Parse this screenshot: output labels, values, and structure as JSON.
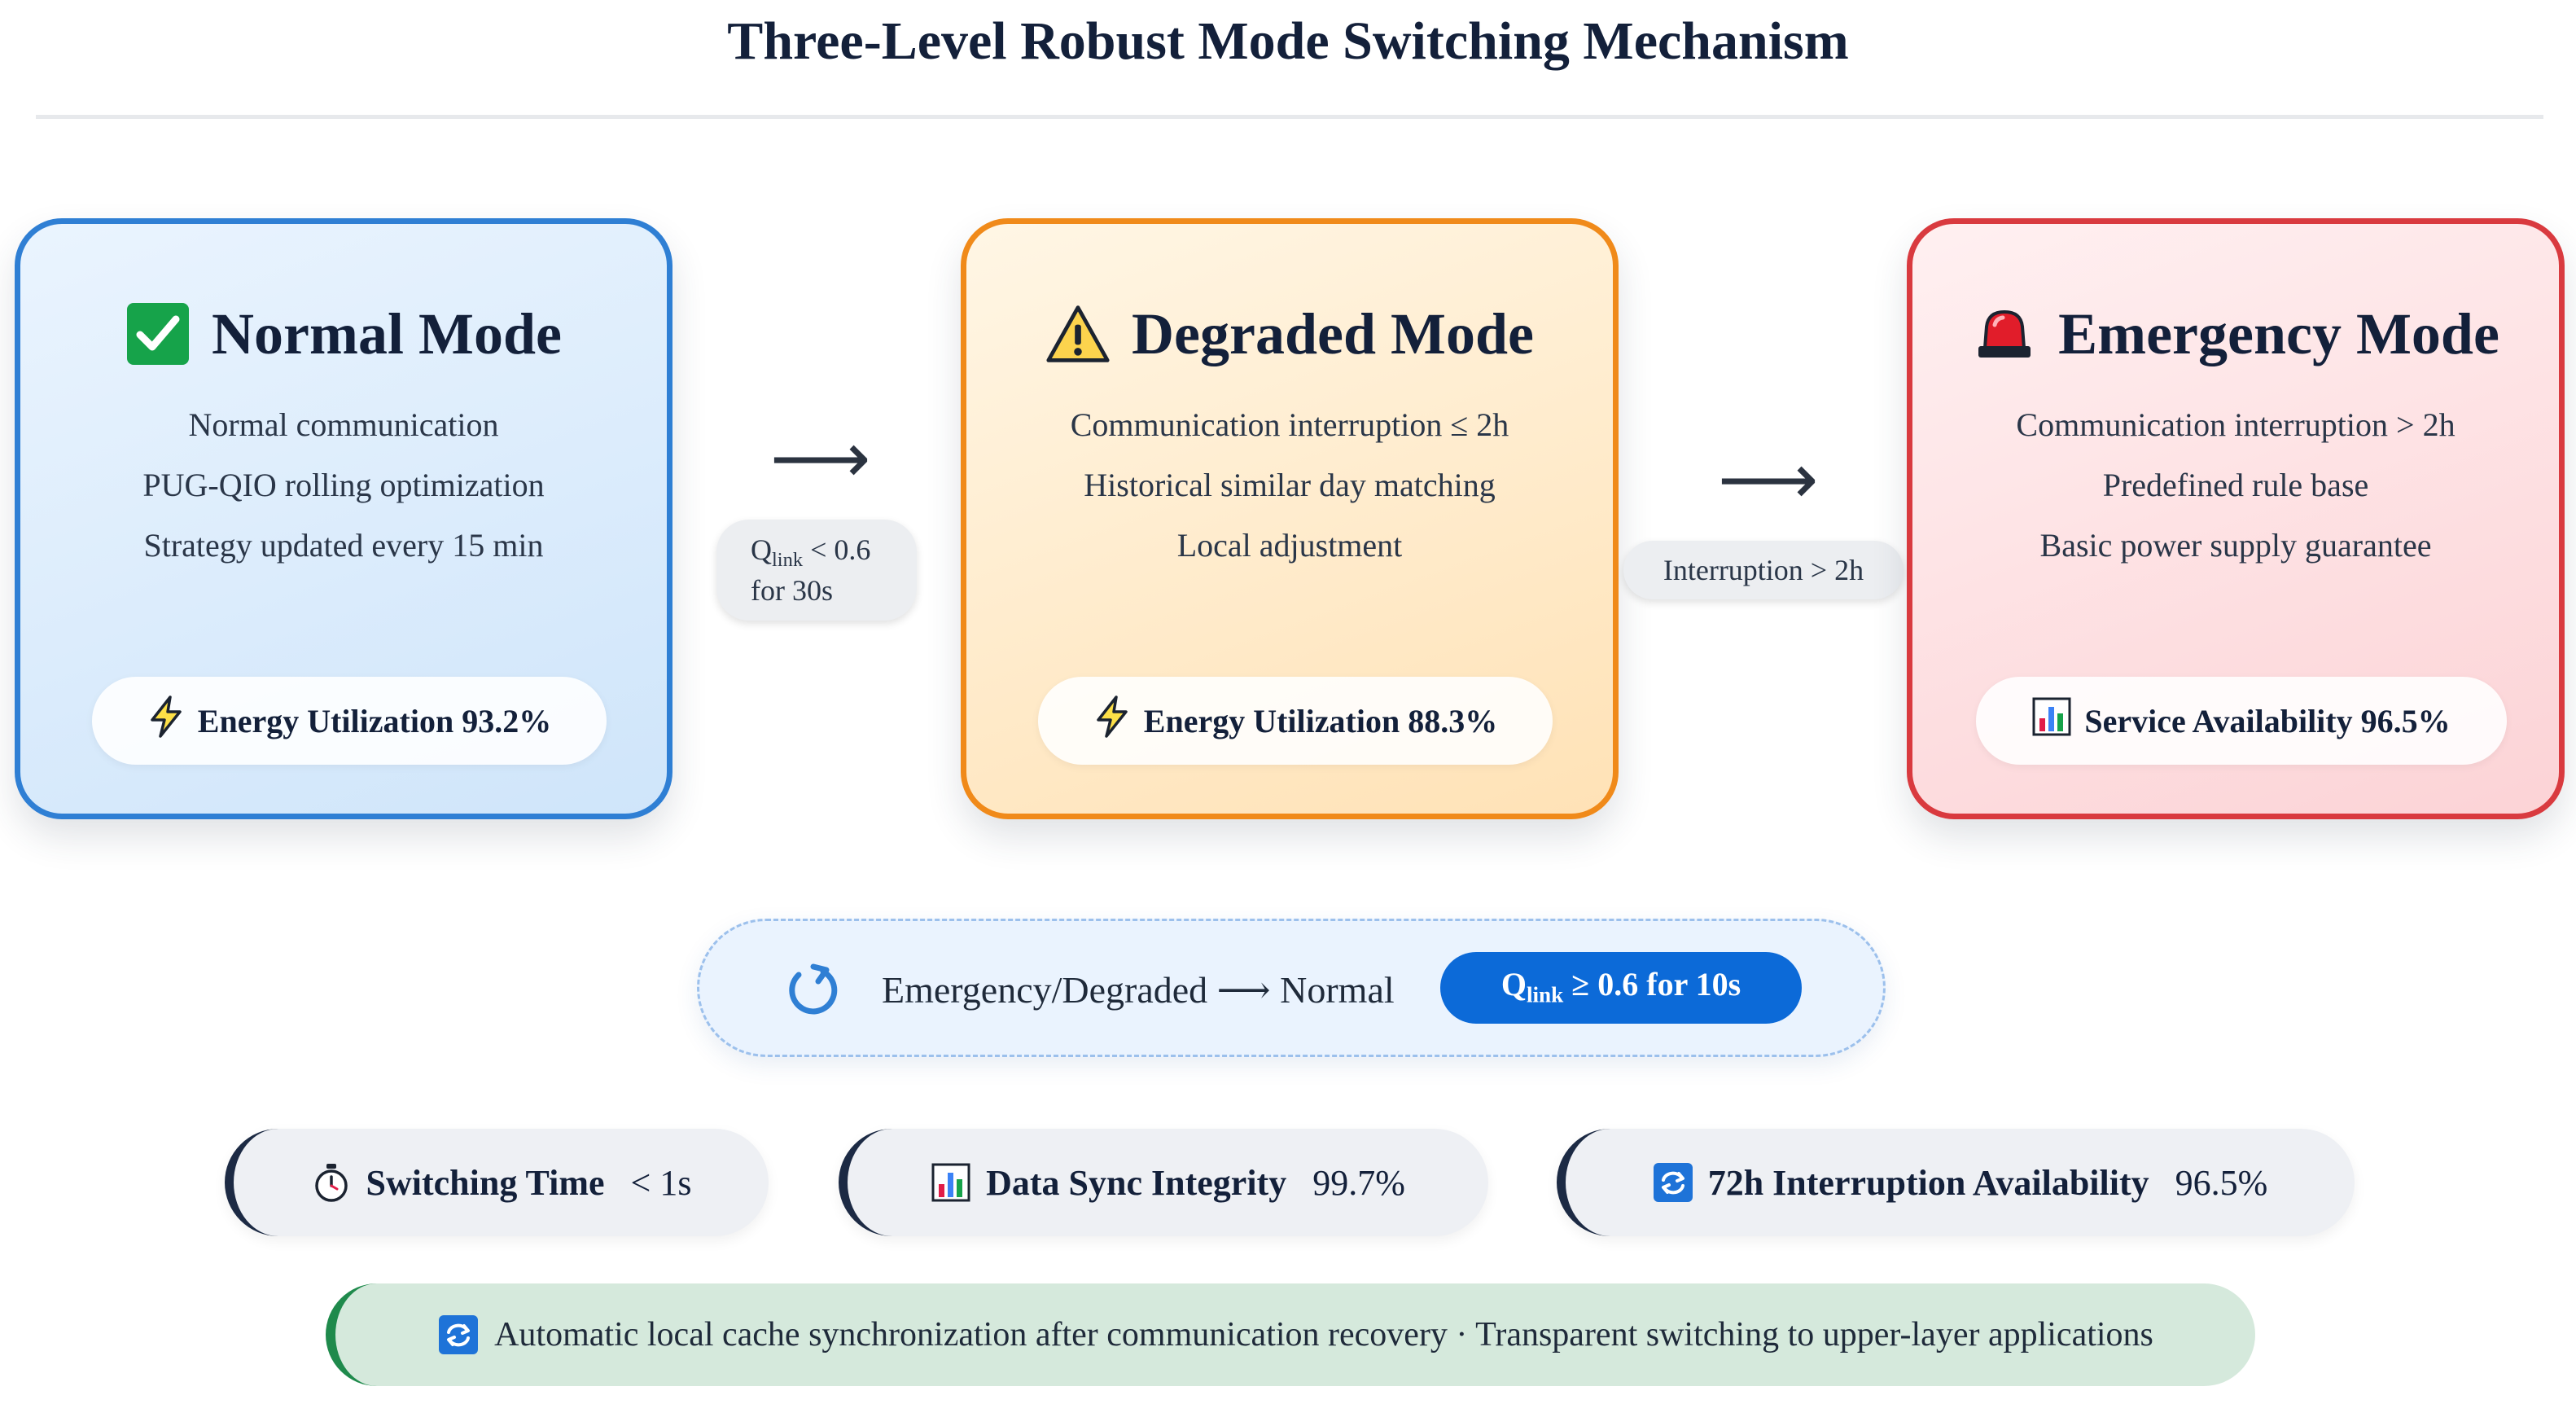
{
  "title": "Three-Level Robust Mode Switching Mechanism",
  "modes": [
    {
      "title": "Normal Mode",
      "icon": "check-mark-icon",
      "lines": [
        "Normal communication",
        "PUG-QIO rolling optimization",
        "Strategy updated every 15 min"
      ],
      "metric": "Energy Utilization 93.2%",
      "metric_icon": "lightning-icon",
      "accent": "#2f7fd4"
    },
    {
      "title": "Degraded Mode",
      "icon": "warning-icon",
      "lines": [
        "Communication interruption ≤ 2h",
        "Historical similar day matching",
        "Local adjustment"
      ],
      "metric": "Energy Utilization 88.3%",
      "metric_icon": "lightning-icon",
      "accent": "#f08a1a"
    },
    {
      "title": "Emergency Mode",
      "icon": "siren-icon",
      "lines": [
        "Communication interruption > 2h",
        "Predefined rule base",
        "Basic power supply guarantee"
      ],
      "metric": "Service Availability 96.5%",
      "metric_icon": "bar-chart-icon",
      "accent": "#d93a3f"
    }
  ],
  "transitions": [
    {
      "arrow": "⟶",
      "q": "Q",
      "sub": "link",
      "line1_rest": " < 0.6",
      "line2": "for 30s"
    },
    {
      "arrow": "⟶",
      "label": "Interruption > 2h"
    }
  ],
  "recovery": {
    "icon": "refresh-arrow-icon",
    "text": "Emergency/Degraded ⟶ Normal",
    "badge_q": "Q",
    "badge_sub": "link",
    "badge_rest": " ≥ 0.6 for 10s",
    "badge_color": "#0c6ad8"
  },
  "stats": [
    {
      "icon": "stopwatch-icon",
      "label": "Switching Time",
      "value": "< 1s"
    },
    {
      "icon": "bar-chart-icon",
      "label": "Data Sync Integrity",
      "value": "99.7%"
    },
    {
      "icon": "repeat-icon",
      "label": "72h Interruption Availability",
      "value": "96.5%"
    }
  ],
  "banner": {
    "icon": "repeat-icon",
    "text": "Automatic local cache synchronization after communication recovery · Transparent switching to upper-layer applications",
    "accent": "#1f8a4c"
  }
}
